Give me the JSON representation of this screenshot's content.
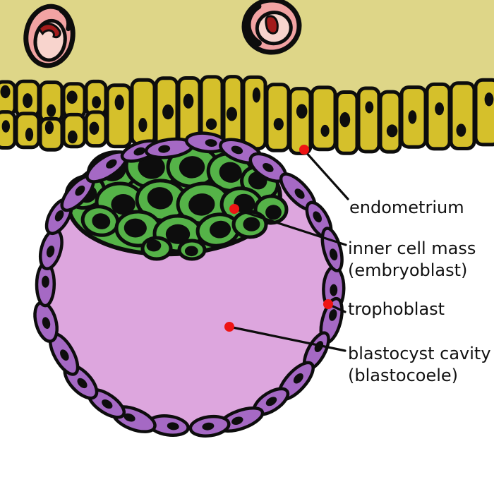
{
  "labels": {
    "endometrium": "endometrium",
    "inner_cell_mass_line1": "inner cell mass",
    "inner_cell_mass_line2": "(embryoblast)",
    "trophoblast": "trophoblast",
    "blastocyst_cavity_line1": "blastocyst cavity",
    "blastocyst_cavity_line2": "(blastocoele)"
  },
  "colors": {
    "background": "#ffffff",
    "stroma": "#ded688",
    "epithelium": "#d5c02b",
    "outline": "#0d0d0d",
    "nucleus": "#0d0d0d",
    "trophoblast": "#a569c4",
    "cavity": "#dda6de",
    "icm": "#55b348",
    "marker": "#ee1414",
    "gland_outer": "#f2a3a3",
    "gland_inner": "#f8d4cd",
    "gland_blood": "#a31b1b",
    "label_text": "#111111"
  }
}
